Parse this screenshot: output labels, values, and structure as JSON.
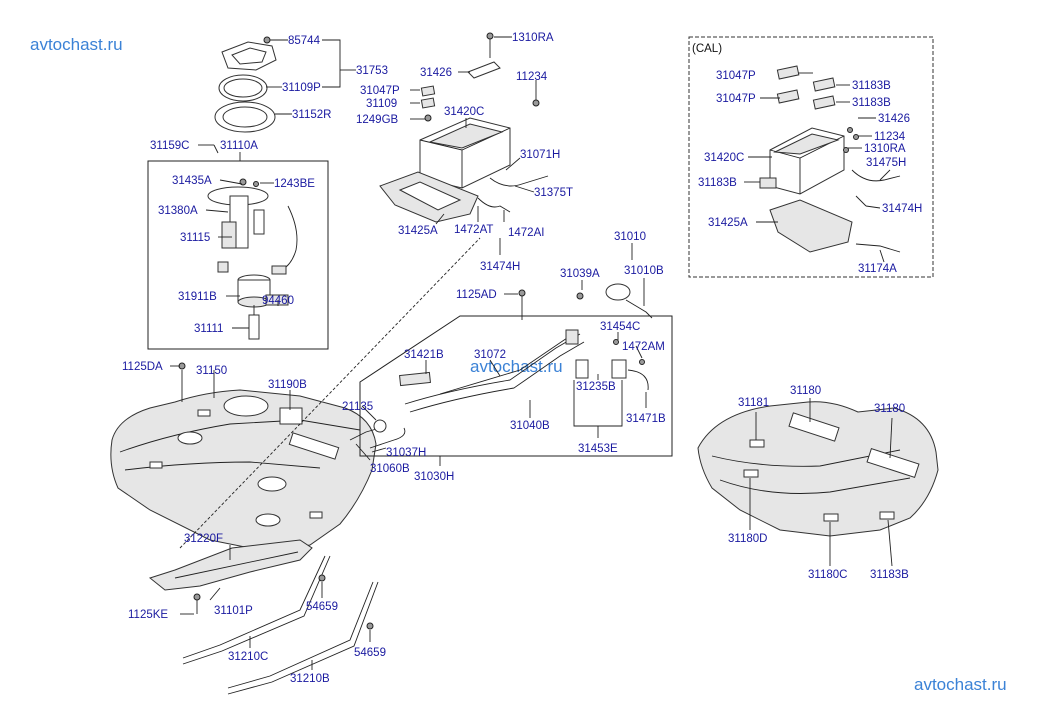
{
  "watermarks": {
    "top_left": "avtochast.ru",
    "center": "avtochast.ru",
    "bottom_right": "avtochast.ru"
  },
  "cal_box": {
    "title": "(CAL)"
  },
  "labels": {
    "p85744": "85744",
    "p31109P": "31109P",
    "p31753": "31753",
    "p31152R": "31152R",
    "p31159C": "31159C",
    "p31110A": "31110A",
    "p31435A": "31435A",
    "p1243BE": "1243BE",
    "p31380A": "31380A",
    "p31115": "31115",
    "p31911B": "31911B",
    "p94460": "94460",
    "p31111": "31111",
    "p1125DA": "1125DA",
    "p31150": "31150",
    "p31190B": "31190B",
    "p1310RA": "1310RA",
    "p31426": "31426",
    "p11234": "11234",
    "p31047P": "31047P",
    "p31109": "31109",
    "p1249GB": "1249GB",
    "p31420C": "31420C",
    "p31071H": "31071H",
    "p31375T": "31375T",
    "p31425A": "31425A",
    "p1472AT": "1472AT",
    "p1472AI": "1472AI",
    "p31474H": "31474H",
    "p31010": "31010",
    "p31039A": "31039A",
    "p31010B": "31010B",
    "p1125AD": "1125AD",
    "p31454C": "31454C",
    "p1472AM": "1472AM",
    "p31421B": "31421B",
    "p31072": "31072",
    "p31235B": "31235B",
    "p21135": "21135",
    "p31471B": "31471B",
    "p31040B": "31040B",
    "p31453E": "31453E",
    "p31037H": "31037H",
    "p31060B": "31060B",
    "p31030H": "31030H",
    "p31220F": "31220F",
    "p31101P": "31101P",
    "p1125KE": "1125KE",
    "p54659a": "54659",
    "p54659b": "54659",
    "p31210C": "31210C",
    "p31210B": "31210B",
    "c31047P_a": "31047P",
    "c31047P_b": "31047P",
    "c31183B_a": "31183B",
    "c31183B_b": "31183B",
    "c31426": "31426",
    "c11234": "11234",
    "c31420C": "31420C",
    "c1310RA": "1310RA",
    "c31475H": "31475H",
    "c31183B_c": "31183B",
    "c31474H": "31474H",
    "c31425A": "31425A",
    "c31174A": "31174A",
    "s31181": "31181",
    "s31180a": "31180",
    "s31180b": "31180",
    "s31180D": "31180D",
    "s31180C": "31180C",
    "s31183B": "31183B"
  },
  "colors": {
    "label_text": "#1a1aa0",
    "watermark": "#3b82d6",
    "line": "#222222"
  }
}
